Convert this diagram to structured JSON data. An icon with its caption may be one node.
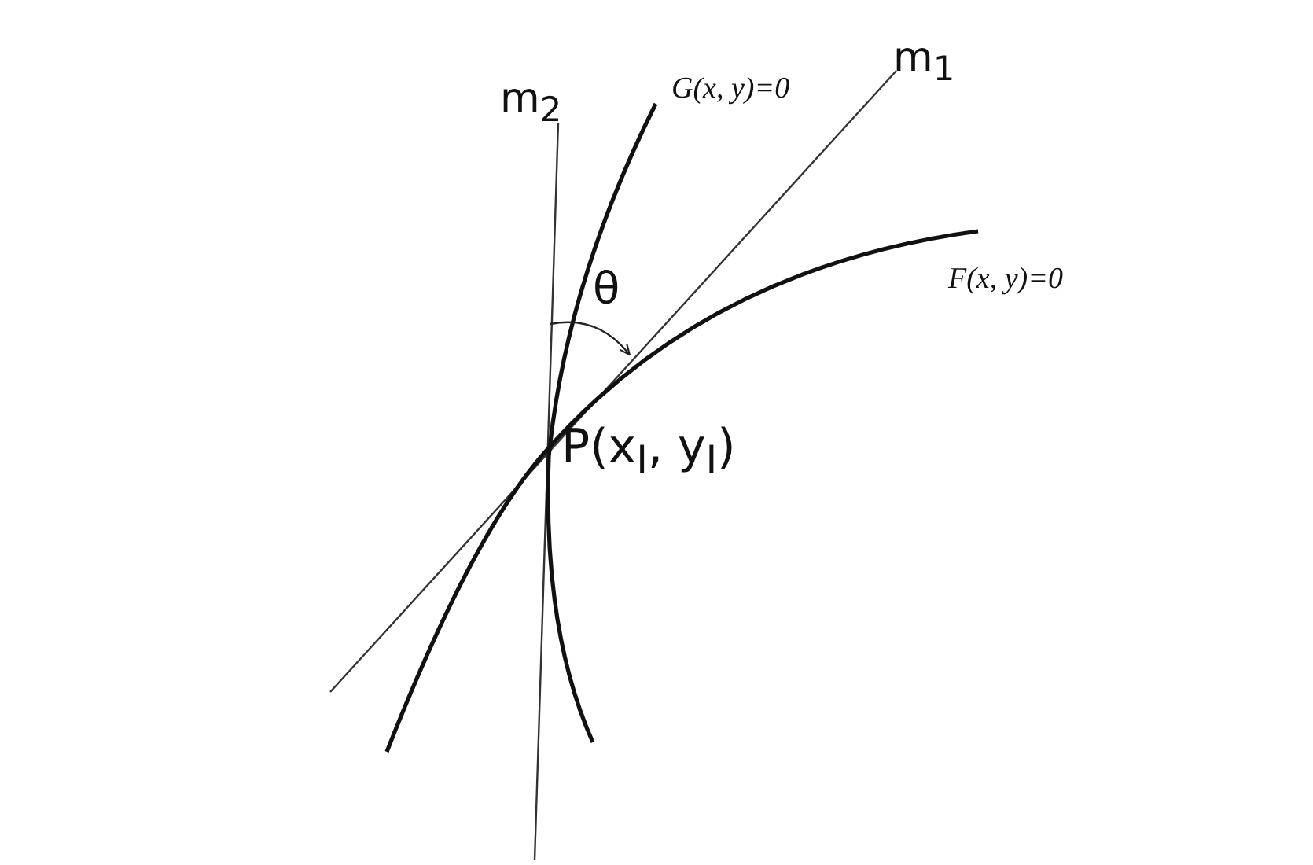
{
  "diagram": {
    "labels": [
      "m$_{2}$",
      "G(x, y)=0",
      "m$_{1}$",
      "F(x, y)=0",
      "θ",
      "P(x$_{I}$, y$_{I}$)"
    ]
  }
}
